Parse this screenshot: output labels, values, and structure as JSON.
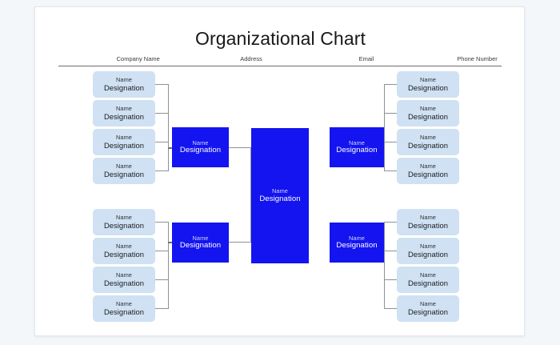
{
  "page": {
    "background_color": "#f4f7fa",
    "canvas_color": "#ffffff"
  },
  "header": {
    "title": "Organizational Chart",
    "meta": [
      {
        "label": "Company Name"
      },
      {
        "label": "Address"
      },
      {
        "label": "Email"
      },
      {
        "label": "Phone Number"
      }
    ]
  },
  "theme": {
    "leaf_fill": "#cfe1f2",
    "manager_fill": "#1414f0",
    "executive_fill": "#1414f0",
    "leaf_text": "#1c1c22",
    "manager_text": "#ffffff",
    "connector": "#8e9196",
    "rule": "#6d6d72"
  },
  "chart": {
    "type": "org-chart",
    "node_label_name": "Name",
    "node_label_designation": "Designation",
    "executive": {
      "name": "Name",
      "designation": "Designation"
    },
    "managers": [
      {
        "id": "mgr-top-left",
        "name": "Name",
        "designation": "Designation"
      },
      {
        "id": "mgr-bottom-left",
        "name": "Name",
        "designation": "Designation"
      },
      {
        "id": "mgr-top-right",
        "name": "Name",
        "designation": "Designation"
      },
      {
        "id": "mgr-bottom-right",
        "name": "Name",
        "designation": "Designation"
      }
    ],
    "groups": [
      {
        "id": "group-top-left",
        "leaves": [
          {
            "name": "Name",
            "designation": "Designation"
          },
          {
            "name": "Name",
            "designation": "Designation"
          },
          {
            "name": "Name",
            "designation": "Designation"
          },
          {
            "name": "Name",
            "designation": "Designation"
          }
        ]
      },
      {
        "id": "group-bottom-left",
        "leaves": [
          {
            "name": "Name",
            "designation": "Designation"
          },
          {
            "name": "Name",
            "designation": "Designation"
          },
          {
            "name": "Name",
            "designation": "Designation"
          },
          {
            "name": "Name",
            "designation": "Designation"
          }
        ]
      },
      {
        "id": "group-top-right",
        "leaves": [
          {
            "name": "Name",
            "designation": "Designation"
          },
          {
            "name": "Name",
            "designation": "Designation"
          },
          {
            "name": "Name",
            "designation": "Designation"
          },
          {
            "name": "Name",
            "designation": "Designation"
          }
        ]
      },
      {
        "id": "group-bottom-right",
        "leaves": [
          {
            "name": "Name",
            "designation": "Designation"
          },
          {
            "name": "Name",
            "designation": "Designation"
          },
          {
            "name": "Name",
            "designation": "Designation"
          },
          {
            "name": "Name",
            "designation": "Designation"
          }
        ]
      }
    ]
  }
}
